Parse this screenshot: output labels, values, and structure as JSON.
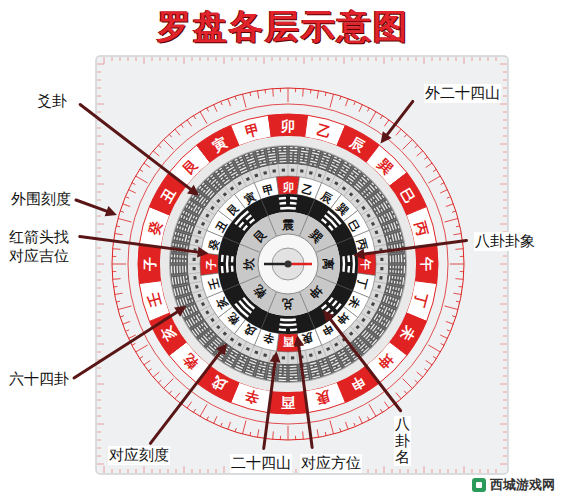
{
  "diagram": {
    "title": "罗盘各层示意图",
    "labels": [
      "爻卦",
      "外围刻度",
      "红箭头找 对应吉位",
      "六十四卦",
      "对应刻度",
      "二十四山",
      "对应方位",
      "八卦名",
      "八卦卦象",
      "外二十四山",
      "子",
      "癸",
      "丑",
      "艮",
      "寅",
      "甲",
      "卯",
      "乙",
      "辰",
      "巽",
      "巳",
      "丙",
      "午",
      "丁",
      "未",
      "坤",
      "申",
      "庚",
      "酉",
      "辛",
      "戌",
      "乾",
      "亥",
      "壬",
      "子",
      "癸",
      "丑",
      "艮",
      "寅",
      "甲",
      "卯",
      "乙",
      "辰",
      "巽",
      "巳",
      "丙",
      "午",
      "丁",
      "未",
      "坤",
      "申",
      "庚",
      "酉",
      "辛",
      "戌",
      "乾",
      "亥",
      "壬",
      "坎",
      "艮",
      "震",
      "巽",
      "离",
      "坤",
      "兑",
      "乾",
      "西城游戏网"
    ]
  }
}
